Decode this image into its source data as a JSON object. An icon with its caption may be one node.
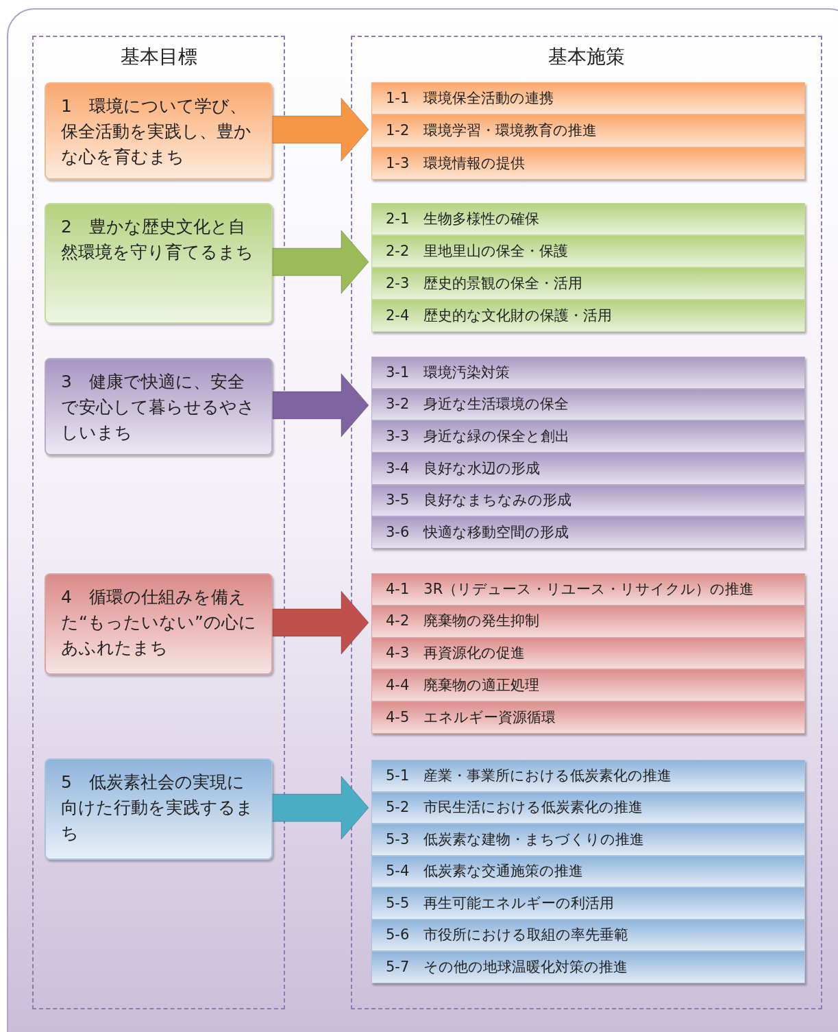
{
  "diagram": {
    "nodes": [
      {
        "text": [
          "基本目標"
        ]
      },
      {
        "text": [
          "1　環境について学び、保全活動を実践し、豊かな心を育むまち"
        ],
        "in": 0
      },
      {
        "text": [
          "2　豊かな歴史文化と自然環境を守り育てるまち"
        ],
        "in": 0
      },
      {
        "text": [
          "3　健康で快適に、安全で安心して暮らせるやさしいまち"
        ],
        "in": 0
      },
      {
        "text": [
          "4　循環の仕組みを備えた“もったいない”の心にあふれたまち"
        ],
        "in": 0
      },
      {
        "text": [
          "5　低炭素社会の実現に向けた行動を実践するまち"
        ],
        "in": 0
      },
      {
        "text": [
          "基本施策"
        ]
      },
      {
        "text": [],
        "shape": "box",
        "in": 6
      },
      {
        "text": [
          "1-1　環境保全活動の連携"
        ],
        "in": 7
      },
      {
        "text": [
          "1-2　環境学習・環境教育の推進"
        ],
        "in": 7
      },
      {
        "text": [
          "1-3　環境情報の提供"
        ],
        "in": 7
      },
      {
        "text": [],
        "shape": "box",
        "in": 6
      },
      {
        "text": [
          "2-1　生物多様性の確保"
        ],
        "in": 11
      },
      {
        "text": [
          "2-2　里地里山の保全・保護"
        ],
        "in": 11
      },
      {
        "text": [
          "2-3　歴史的景観の保全・活用"
        ],
        "in": 11
      },
      {
        "text": [
          "2-4　歴史的な文化財の保護・活用"
        ],
        "in": 11
      },
      {
        "text": [],
        "shape": "box",
        "in": 6
      },
      {
        "text": [
          "3-1　環境汚染対策"
        ],
        "in": 16
      },
      {
        "text": [
          "3-2　身近な生活環境の保全"
        ],
        "in": 16
      },
      {
        "text": [
          "3-3　身近な緑の保全と創出"
        ],
        "in": 16
      },
      {
        "text": [
          "3-4　良好な水辺の形成"
        ],
        "in": 16
      },
      {
        "text": [
          "3-5　良好なまちなみの形成"
        ],
        "in": 16
      },
      {
        "text": [
          "3-6　快適な移動空間の形成"
        ],
        "in": 16
      },
      {
        "text": [],
        "shape": "box",
        "in": 6
      },
      {
        "text": [
          "4-1　3R（リデュース・リユース・リサイクル）の推進"
        ],
        "in": 23
      },
      {
        "text": [
          "4-2　廃棄物の発生抑制"
        ],
        "in": 23
      },
      {
        "text": [
          "4-3　再資源化の促進"
        ],
        "in": 23
      },
      {
        "text": [
          "4-4　廃棄物の適正処理"
        ],
        "in": 23
      },
      {
        "text": [
          "4-5　エネルギー資源循環"
        ],
        "in": 23
      },
      {
        "text": [],
        "shape": "box",
        "in": 6
      },
      {
        "text": [
          "5-1　産業・事業所における低炭素化の推進"
        ],
        "in": 29
      },
      {
        "text": [
          "5-2　市民生活における低炭素化の推進"
        ],
        "in": 29
      },
      {
        "text": [
          "5-3　低炭素な建物・まちづくりの推進"
        ],
        "in": 29
      },
      {
        "text": [
          "5-4　低炭素な交通施策の推進"
        ],
        "in": 29
      },
      {
        "text": [
          "5-5　再生可能エネルギーの利活用"
        ],
        "in": 29
      },
      {
        "text": [
          "5-6　市役所における取組の率先垂範"
        ],
        "in": 29
      },
      {
        "text": [
          "5-7　その他の地球温暖化対策の推進"
        ],
        "in": 29
      }
    ],
    "edges": [
      {
        "from": 1,
        "to": 7,
        "arrow": "to",
        "style": "thick",
        "color": "#f79646"
      },
      {
        "from": 2,
        "to": 11,
        "arrow": "to",
        "style": "thick",
        "color": "#9bbb59"
      },
      {
        "from": 3,
        "to": 16,
        "arrow": "to",
        "style": "thick",
        "color": "#8064a2"
      },
      {
        "from": 4,
        "to": 23,
        "arrow": "to",
        "style": "thick",
        "color": "#c0504d"
      },
      {
        "from": 5,
        "to": 29,
        "arrow": "to",
        "style": "thick",
        "color": "#4bacc6"
      }
    ]
  }
}
